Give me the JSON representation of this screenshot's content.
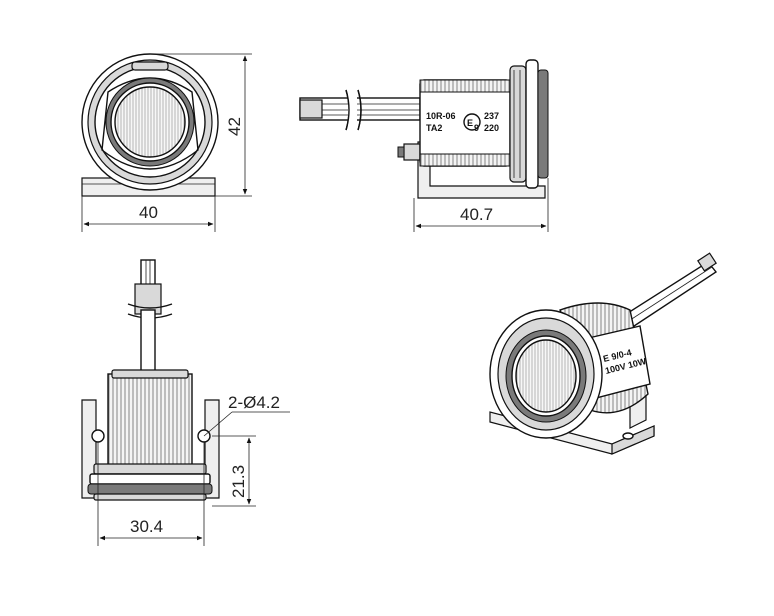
{
  "dimensions": {
    "front_width": "40",
    "front_height": "42",
    "side_depth": "40.7",
    "hole_spec": "2-Ø4.2",
    "hole_height": "21.3",
    "hole_spacing": "30.4"
  },
  "markings": {
    "line1_left": "10R-06",
    "line1_right": "237",
    "line2_left": "TA2",
    "line2_right": "220",
    "cert_letter": "E",
    "cert_number": "9",
    "iso_line1": "E 9/0-4",
    "iso_line2": "100V 10W"
  }
}
